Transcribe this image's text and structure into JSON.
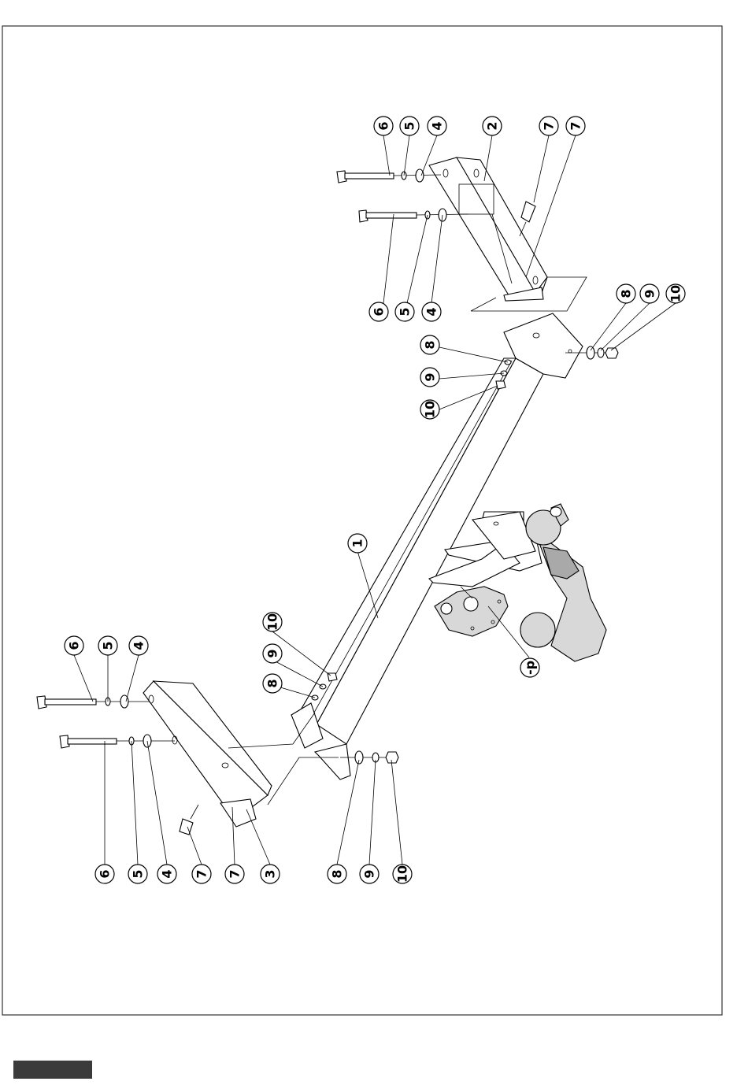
{
  "drawing": {
    "callouts": [
      {
        "id": "c-top-6a",
        "label": "6"
      },
      {
        "id": "c-top-5a",
        "label": "5"
      },
      {
        "id": "c-top-4a",
        "label": "4"
      },
      {
        "id": "c-top-2",
        "label": "2"
      },
      {
        "id": "c-top-7a",
        "label": "7"
      },
      {
        "id": "c-top-7b",
        "label": "7"
      },
      {
        "id": "c-top-6b",
        "label": "6"
      },
      {
        "id": "c-top-5b",
        "label": "5"
      },
      {
        "id": "c-top-4b",
        "label": "4"
      },
      {
        "id": "c-rt-8",
        "label": "8"
      },
      {
        "id": "c-rt-9",
        "label": "9"
      },
      {
        "id": "c-rt-10",
        "label": "10"
      },
      {
        "id": "c-mid-8",
        "label": "8"
      },
      {
        "id": "c-mid-9",
        "label": "9"
      },
      {
        "id": "c-mid-10",
        "label": "10"
      },
      {
        "id": "c-1",
        "label": "1"
      },
      {
        "id": "c-bl-10",
        "label": "10"
      },
      {
        "id": "c-bl-9",
        "label": "9"
      },
      {
        "id": "c-bl-8",
        "label": "8"
      },
      {
        "id": "c-lt-6",
        "label": "6"
      },
      {
        "id": "c-lt-5",
        "label": "5"
      },
      {
        "id": "c-lt-4",
        "label": "4"
      },
      {
        "id": "c-bot-6",
        "label": "6"
      },
      {
        "id": "c-bot-5",
        "label": "5"
      },
      {
        "id": "c-bot-4",
        "label": "4"
      },
      {
        "id": "c-bot-7a",
        "label": "7"
      },
      {
        "id": "c-bot-7b",
        "label": "7"
      },
      {
        "id": "c-bot-3",
        "label": "3"
      },
      {
        "id": "c-bot-8",
        "label": "8"
      },
      {
        "id": "c-bot-9",
        "label": "9"
      },
      {
        "id": "c-bot-10",
        "label": "10"
      },
      {
        "id": "c-p",
        "label": "-p"
      }
    ]
  },
  "colors": {
    "line": "#000000",
    "frame": "#333333",
    "footer_bar": "#3b3b3b",
    "part_fill": "#d8d8d8",
    "dark_fill": "#a9a9a9"
  }
}
